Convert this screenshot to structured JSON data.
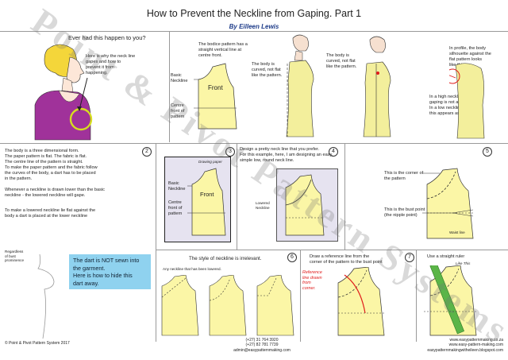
{
  "header": {
    "title": "How to Prevent  the Neckline from Gaping.  Part 1",
    "byline": "By Eilleen Lewis"
  },
  "watermark": "Point & Pivot Pattern Systems",
  "colors": {
    "pattern_fill": "#fbf6a6",
    "garment_fill": "#f3ef9c",
    "hair": "#f4d63a",
    "top": "#a0329a",
    "note_box": "#8fd2ef",
    "red": "#e01b1b",
    "green_ruler": "#5bb548",
    "circle": "#d6de1f"
  },
  "panel1": {
    "question": "Ever had this happen to you?",
    "intro": [
      "Here is why the neck line",
      "gapes and how to",
      "prevent it from",
      "happening."
    ]
  },
  "panel2": {
    "note": [
      "The bodice pattern has a",
      "straight vertical line at",
      "centre front."
    ],
    "basic_neckline": [
      "Basic",
      "Neckline"
    ],
    "front": "Front",
    "centre": [
      "Centre",
      "front of",
      "pattern"
    ]
  },
  "panel3": {
    "curved1": [
      "The body is",
      "curved, not flat",
      "like the pattern."
    ],
    "curved2": [
      "The body is",
      "curved, not flat",
      "like the pattern."
    ],
    "profile": [
      "In profile, the body",
      "silhouette against the",
      "flat pattern looks",
      "like this."
    ],
    "gaping": [
      "In a high neckline",
      "gaping is not apparent.",
      "In a low neckline",
      "this appears as gaping."
    ]
  },
  "step2": {
    "num": "2",
    "para1": [
      "The body is a three dimensional form.",
      "The paper pattern is flat. The fabric is flat.",
      "The centre line of the pattern is straight.",
      "To make the paper pattern and the fabric follow",
      "the curves of the body, a dart has to be placed",
      "in the pattern."
    ],
    "para2": [
      "Whenever a neckline is drawn lower than the basic",
      "neckline - the lowered neckline will gape."
    ],
    "para3": [
      "To make a lowered neckline lie flat against the",
      "body a dart is placed at the lower neckline"
    ],
    "regardless": [
      "Regardless",
      "of bust",
      "prominence"
    ],
    "note_box": [
      "The dart is NOT sewn into",
      "the garment.",
      "Here is how to hide this",
      "dart away."
    ]
  },
  "step3": {
    "num": "3",
    "drawing_paper": "Drawing paper",
    "basic_neckline": [
      "Basic",
      "Neckline"
    ],
    "front": "Front",
    "centre": [
      "Centre",
      "front of",
      "pattern"
    ]
  },
  "step4": {
    "num": "4",
    "text": [
      "Design a pretty neck line that you prefer.",
      "For this example, here,  I am designing an easy,",
      "simple low, round neck line."
    ],
    "lowered": [
      "Lowered",
      "Neckline"
    ]
  },
  "step5": {
    "num": "5",
    "corner": [
      "This is the corner of",
      "the pattern"
    ],
    "bust_point": [
      "This is the bust point",
      "(the nipple point)"
    ],
    "waist": "Waist line"
  },
  "step6": {
    "num": "6",
    "title": "The style of neckline is irrelevant.",
    "sub": "Any neckline that has been lowered."
  },
  "step7": {
    "num": "7",
    "title": [
      "Draw a reference line from the",
      "corner of the pattern to the bust point"
    ],
    "red_note": [
      "Reference",
      "line drawn",
      "from",
      "corner."
    ]
  },
  "step8": {
    "title": "Use a straight ruler",
    "sub": "Like This"
  },
  "footer": {
    "copyright": "© Point & Pivot Pattern System 2017",
    "phones": [
      "(+27) 31 764 3920",
      "(+27) 82 781 7739"
    ],
    "email": "admin@easypatternmaking.com",
    "sites": [
      "www.easypatternmaking.co.za",
      "www.easy-pattern-making.com",
      "easypatternmakingwitheileen.blogspot.com"
    ]
  }
}
